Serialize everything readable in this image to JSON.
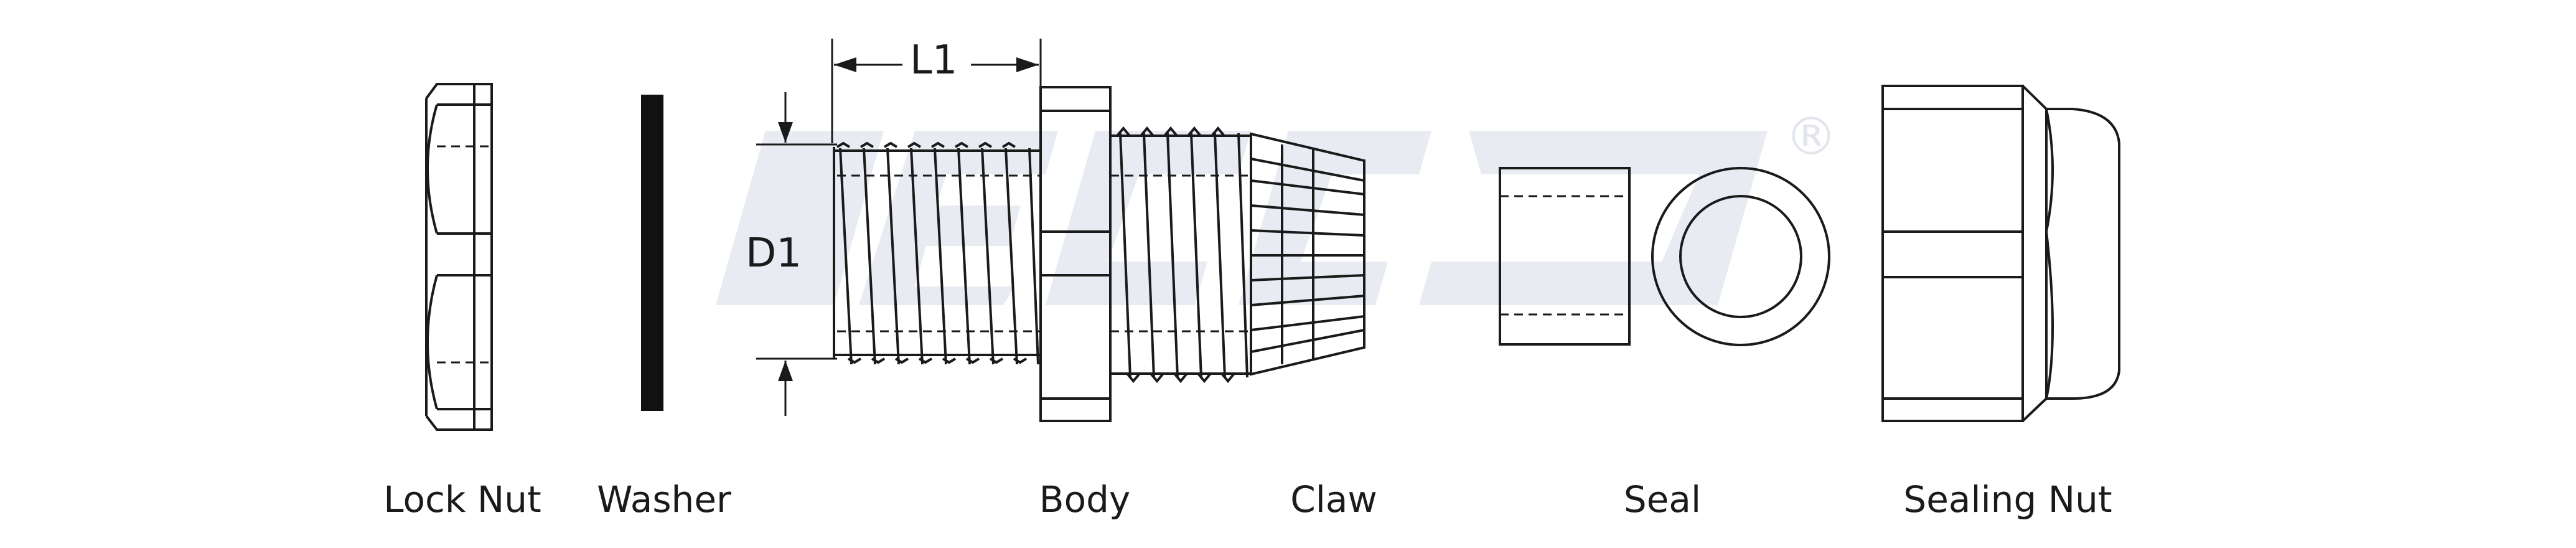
{
  "parts": [
    {
      "id": "lock-nut",
      "label": "Lock Nut"
    },
    {
      "id": "washer",
      "label": "Washer"
    },
    {
      "id": "body",
      "label": "Body"
    },
    {
      "id": "claw",
      "label": "Claw"
    },
    {
      "id": "seal",
      "label": "Seal"
    },
    {
      "id": "sealing-nut",
      "label": "Sealing Nut"
    }
  ],
  "dimensions": {
    "length": "L1",
    "diameter": "D1"
  },
  "watermark": {
    "symbol": "®",
    "color": "#e2e6ec"
  },
  "colors": {
    "stroke": "#1a1a1a",
    "washer_fill": "#111111",
    "watermark": "#e8ecf2"
  }
}
